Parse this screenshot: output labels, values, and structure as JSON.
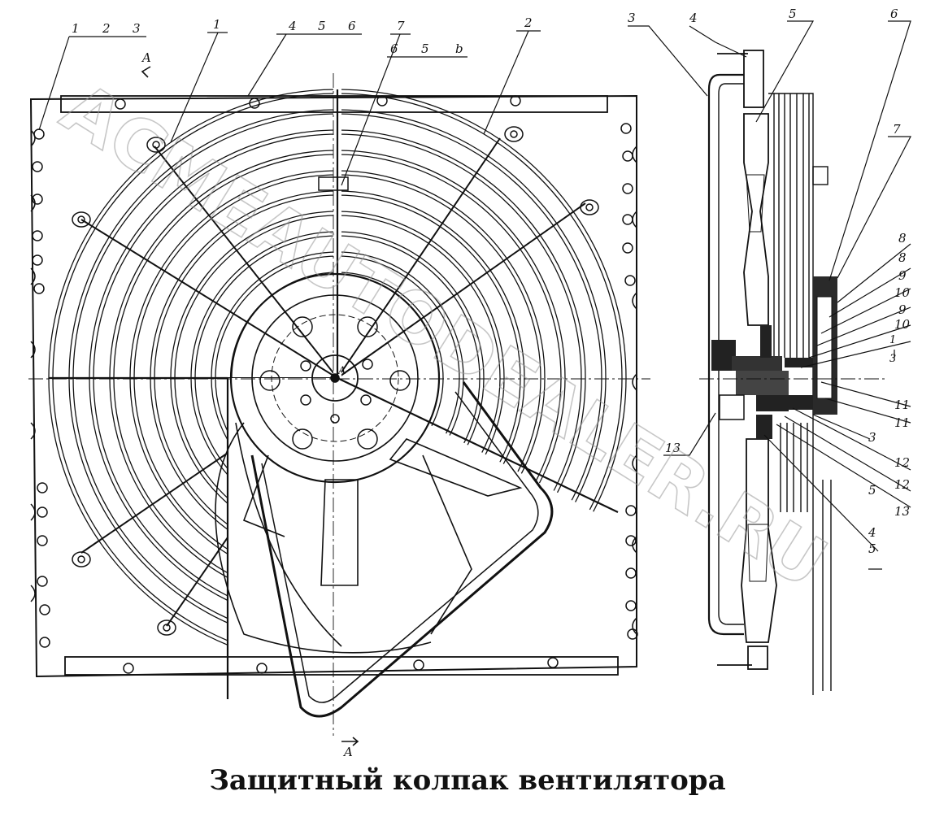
{
  "caption": "Защитный колпак вентилятора",
  "watermark": "ACMEAUTODEALER.RU",
  "section": {
    "top_marker": "A",
    "bottom_marker": "A",
    "center_marker": "A"
  },
  "front_view_callouts": {
    "c1": "1",
    "c2": "2",
    "c3": "3",
    "c4": "1",
    "c5": "4",
    "c6": "5",
    "c7": "6",
    "c8": "7",
    "c9": "6",
    "c10": "5",
    "c11": "b",
    "c12": "2"
  },
  "side_view_callouts": {
    "s3": "3",
    "s4": "4",
    "s5": "5",
    "s6": "6",
    "s7": "7",
    "s8": "8",
    "s8b": "8",
    "s9": "9",
    "s10": "10",
    "s9b": "9",
    "s10b": "10",
    "s1a": "1",
    "s1b": "3",
    "s11": "11",
    "s11b": "11",
    "s3b": "3",
    "s12": "12",
    "s12b": "12",
    "s5b": "5",
    "s13r": "13",
    "s4b": "4",
    "s5c": "5",
    "s13": "13"
  }
}
